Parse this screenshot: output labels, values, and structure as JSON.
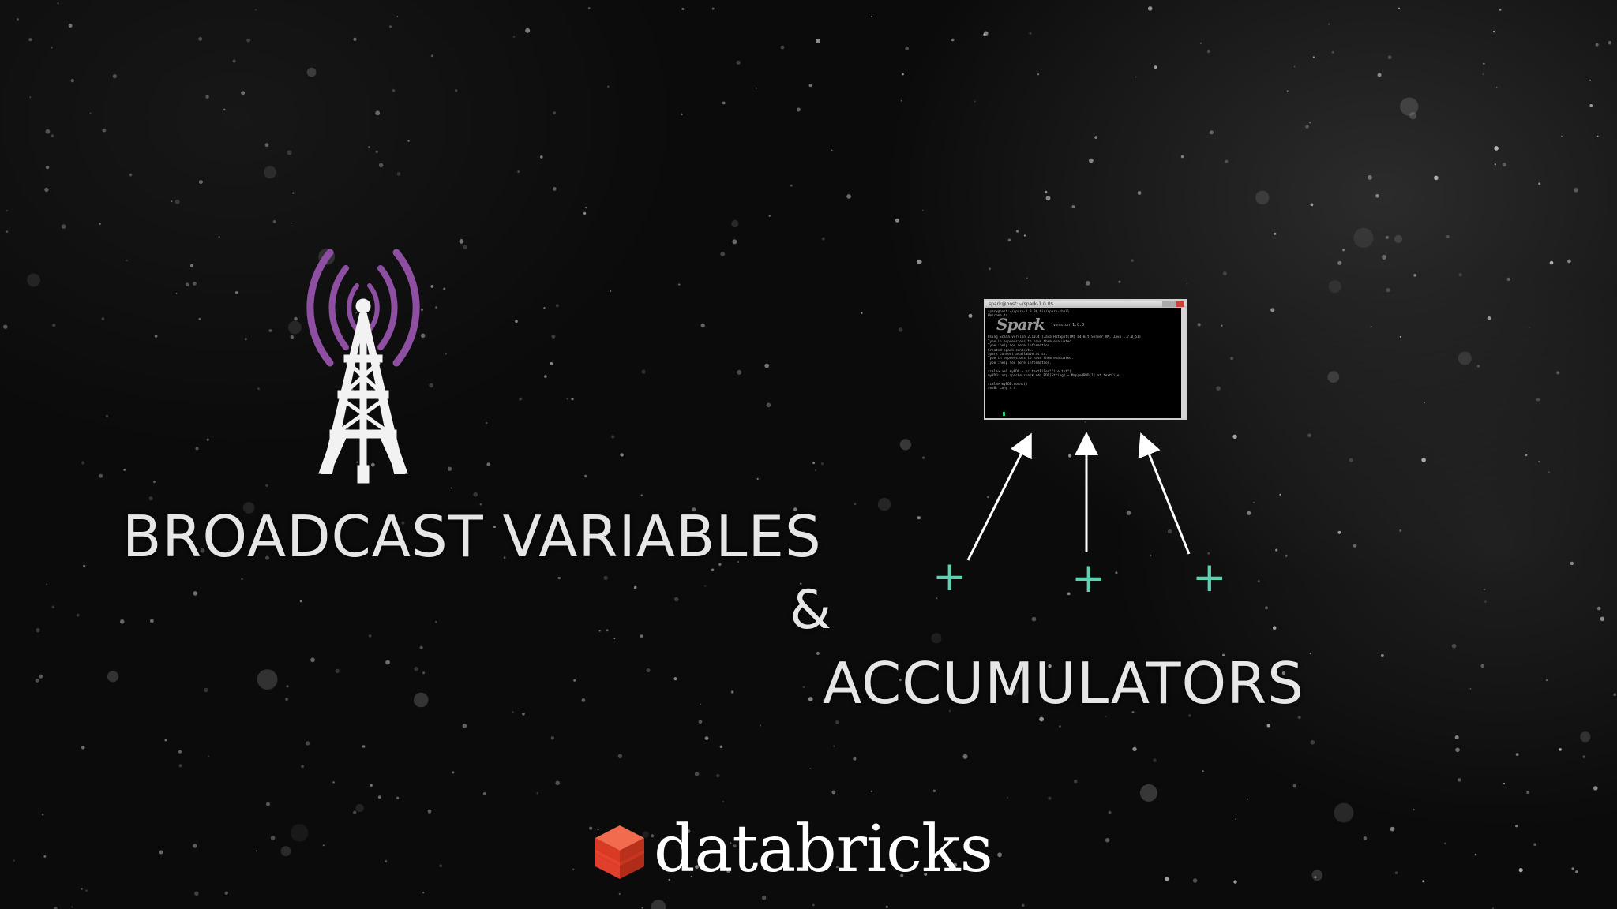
{
  "slide": {
    "broadcast_title": "BROADCAST VARIABLES",
    "ampersand": "&",
    "accumulators_title": "ACCUMULATORS"
  },
  "icons": {
    "broadcast": "broadcast-tower-icon",
    "driver": "terminal-window-icon",
    "accumulate": "plus-icon",
    "brand": "databricks-logo-icon"
  },
  "terminal": {
    "title": "spark@host:~/spark-1.0.0$",
    "logo_text": "Spark",
    "version_text": "version 1.0.0",
    "lines": "spark@host:~/spark-1.0.0$ bin/spark-shell\nWelcome to\n\n\n\n\nUsing Scala version 2.10.4 (Java HotSpot(TM) 64-Bit Server VM, Java 1.7.0_51)\nType in expressions to have them evaluated.\nType :help for more information.\nCreated spark context..\nSpark context available as sc.\nType in expressions to have them evaluated.\nType :help for more information.\n\nscala> val myRDD = sc.textFile(\"file.txt\")\nmyRDD: org.apache.spark.rdd.RDD[String] = MappedRDD[1] at textFile\n\nscala> myRDD.count()\nres0: Long = 4"
  },
  "plus_signs": [
    "+",
    "+",
    "+"
  ],
  "brand": {
    "name": "databricks"
  },
  "colors": {
    "background": "#0b0b0b",
    "title_text": "#e6e6e6",
    "tower": "#f2f2f2",
    "signal_waves": "#8e4fa3",
    "plus": "#5fd1b0",
    "brand_red": "#e8412c"
  }
}
